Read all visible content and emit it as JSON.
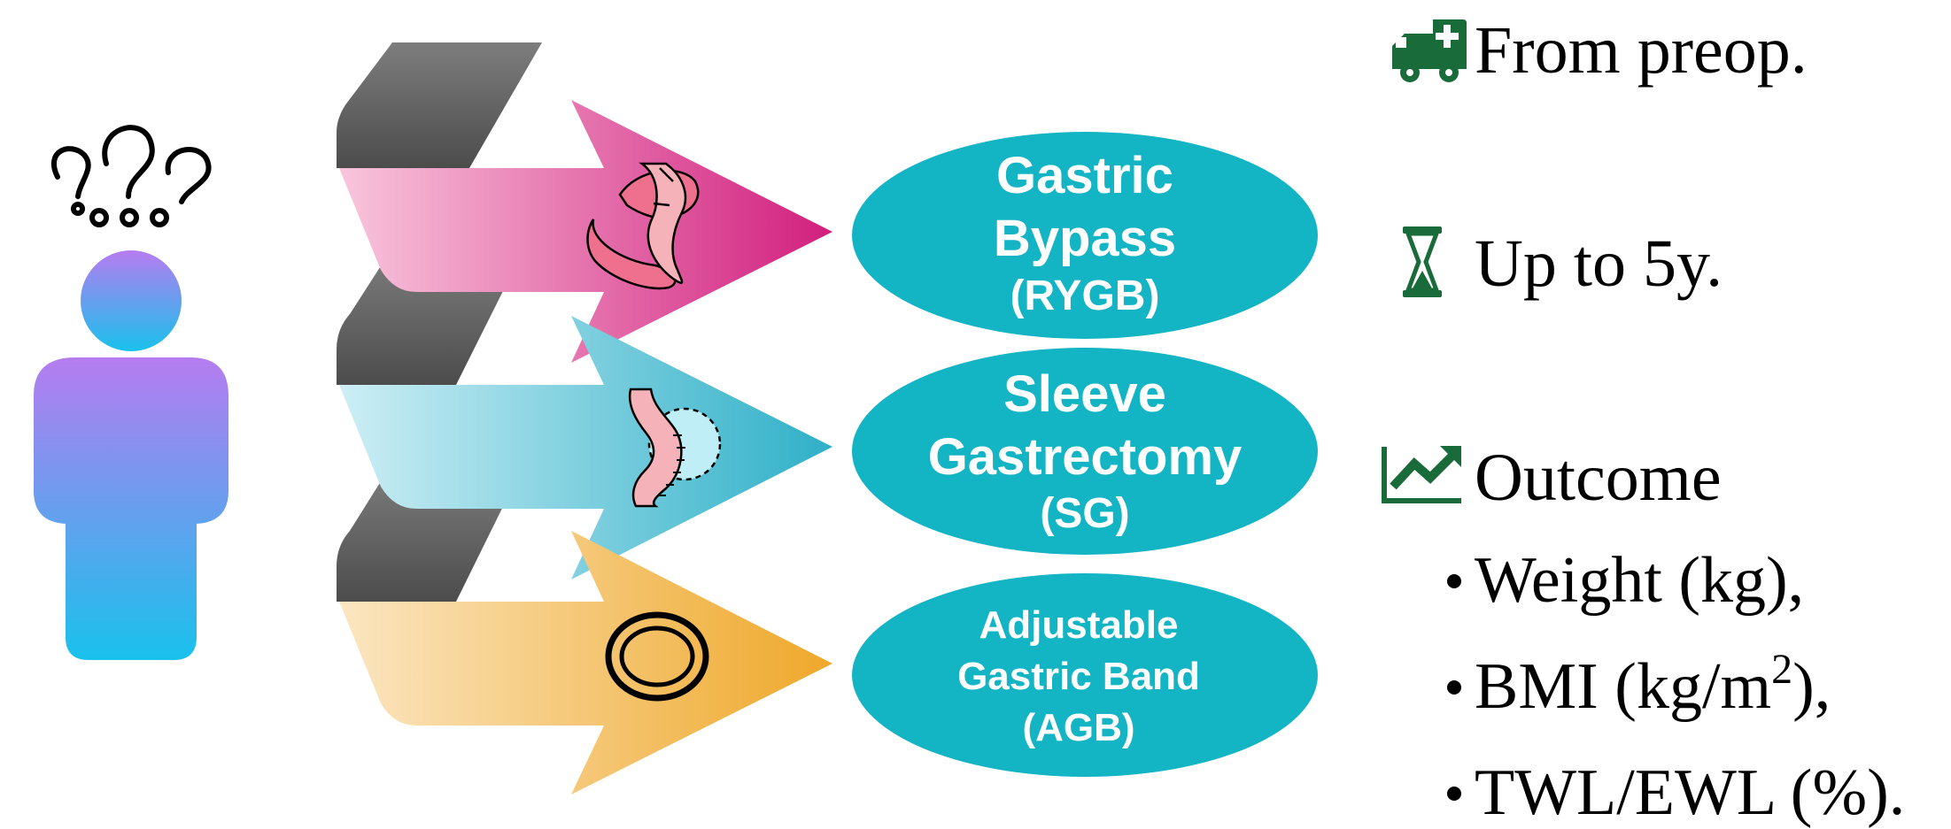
{
  "colors": {
    "oval": "#13b4c3",
    "icon_green": "#1a6b3a",
    "pink_arrow": [
      "#f9c6dc",
      "#d11f7e"
    ],
    "blue_arrow": [
      "#cdeef5",
      "#2fb0c8"
    ],
    "orange_arrow": [
      "#fbe6c2",
      "#efa82a"
    ],
    "person": [
      "#b67cf0",
      "#19c1ec"
    ]
  },
  "icons": {
    "person": "person-question-icon",
    "procedures": [
      "stomach-bypass-icon",
      "sleeve-stomach-icon",
      "gastric-band-ring-icon"
    ],
    "legend": [
      "ambulance-icon",
      "hourglass-icon",
      "trending-chart-icon"
    ]
  },
  "procedures": [
    {
      "line1": "Gastric",
      "line2": "Bypass",
      "abbr": "(RYGB)"
    },
    {
      "line1": "Sleeve",
      "line2": "Gastrectomy",
      "abbr": "(SG)"
    },
    {
      "line1": "Adjustable",
      "line2": "Gastric Band",
      "abbr": "(AGB)"
    }
  ],
  "legend": {
    "from": "From preop.",
    "duration": "Up to 5y.",
    "outcome": "Outcome",
    "bullets": [
      {
        "text": "Weight (kg),",
        "pre": "",
        "sup": "",
        "post": ""
      },
      {
        "text": "",
        "pre": "BMI (kg/m",
        "sup": "2",
        "post": "),"
      },
      {
        "text": "TWL/EWL (%).",
        "pre": "",
        "sup": "",
        "post": ""
      }
    ]
  }
}
